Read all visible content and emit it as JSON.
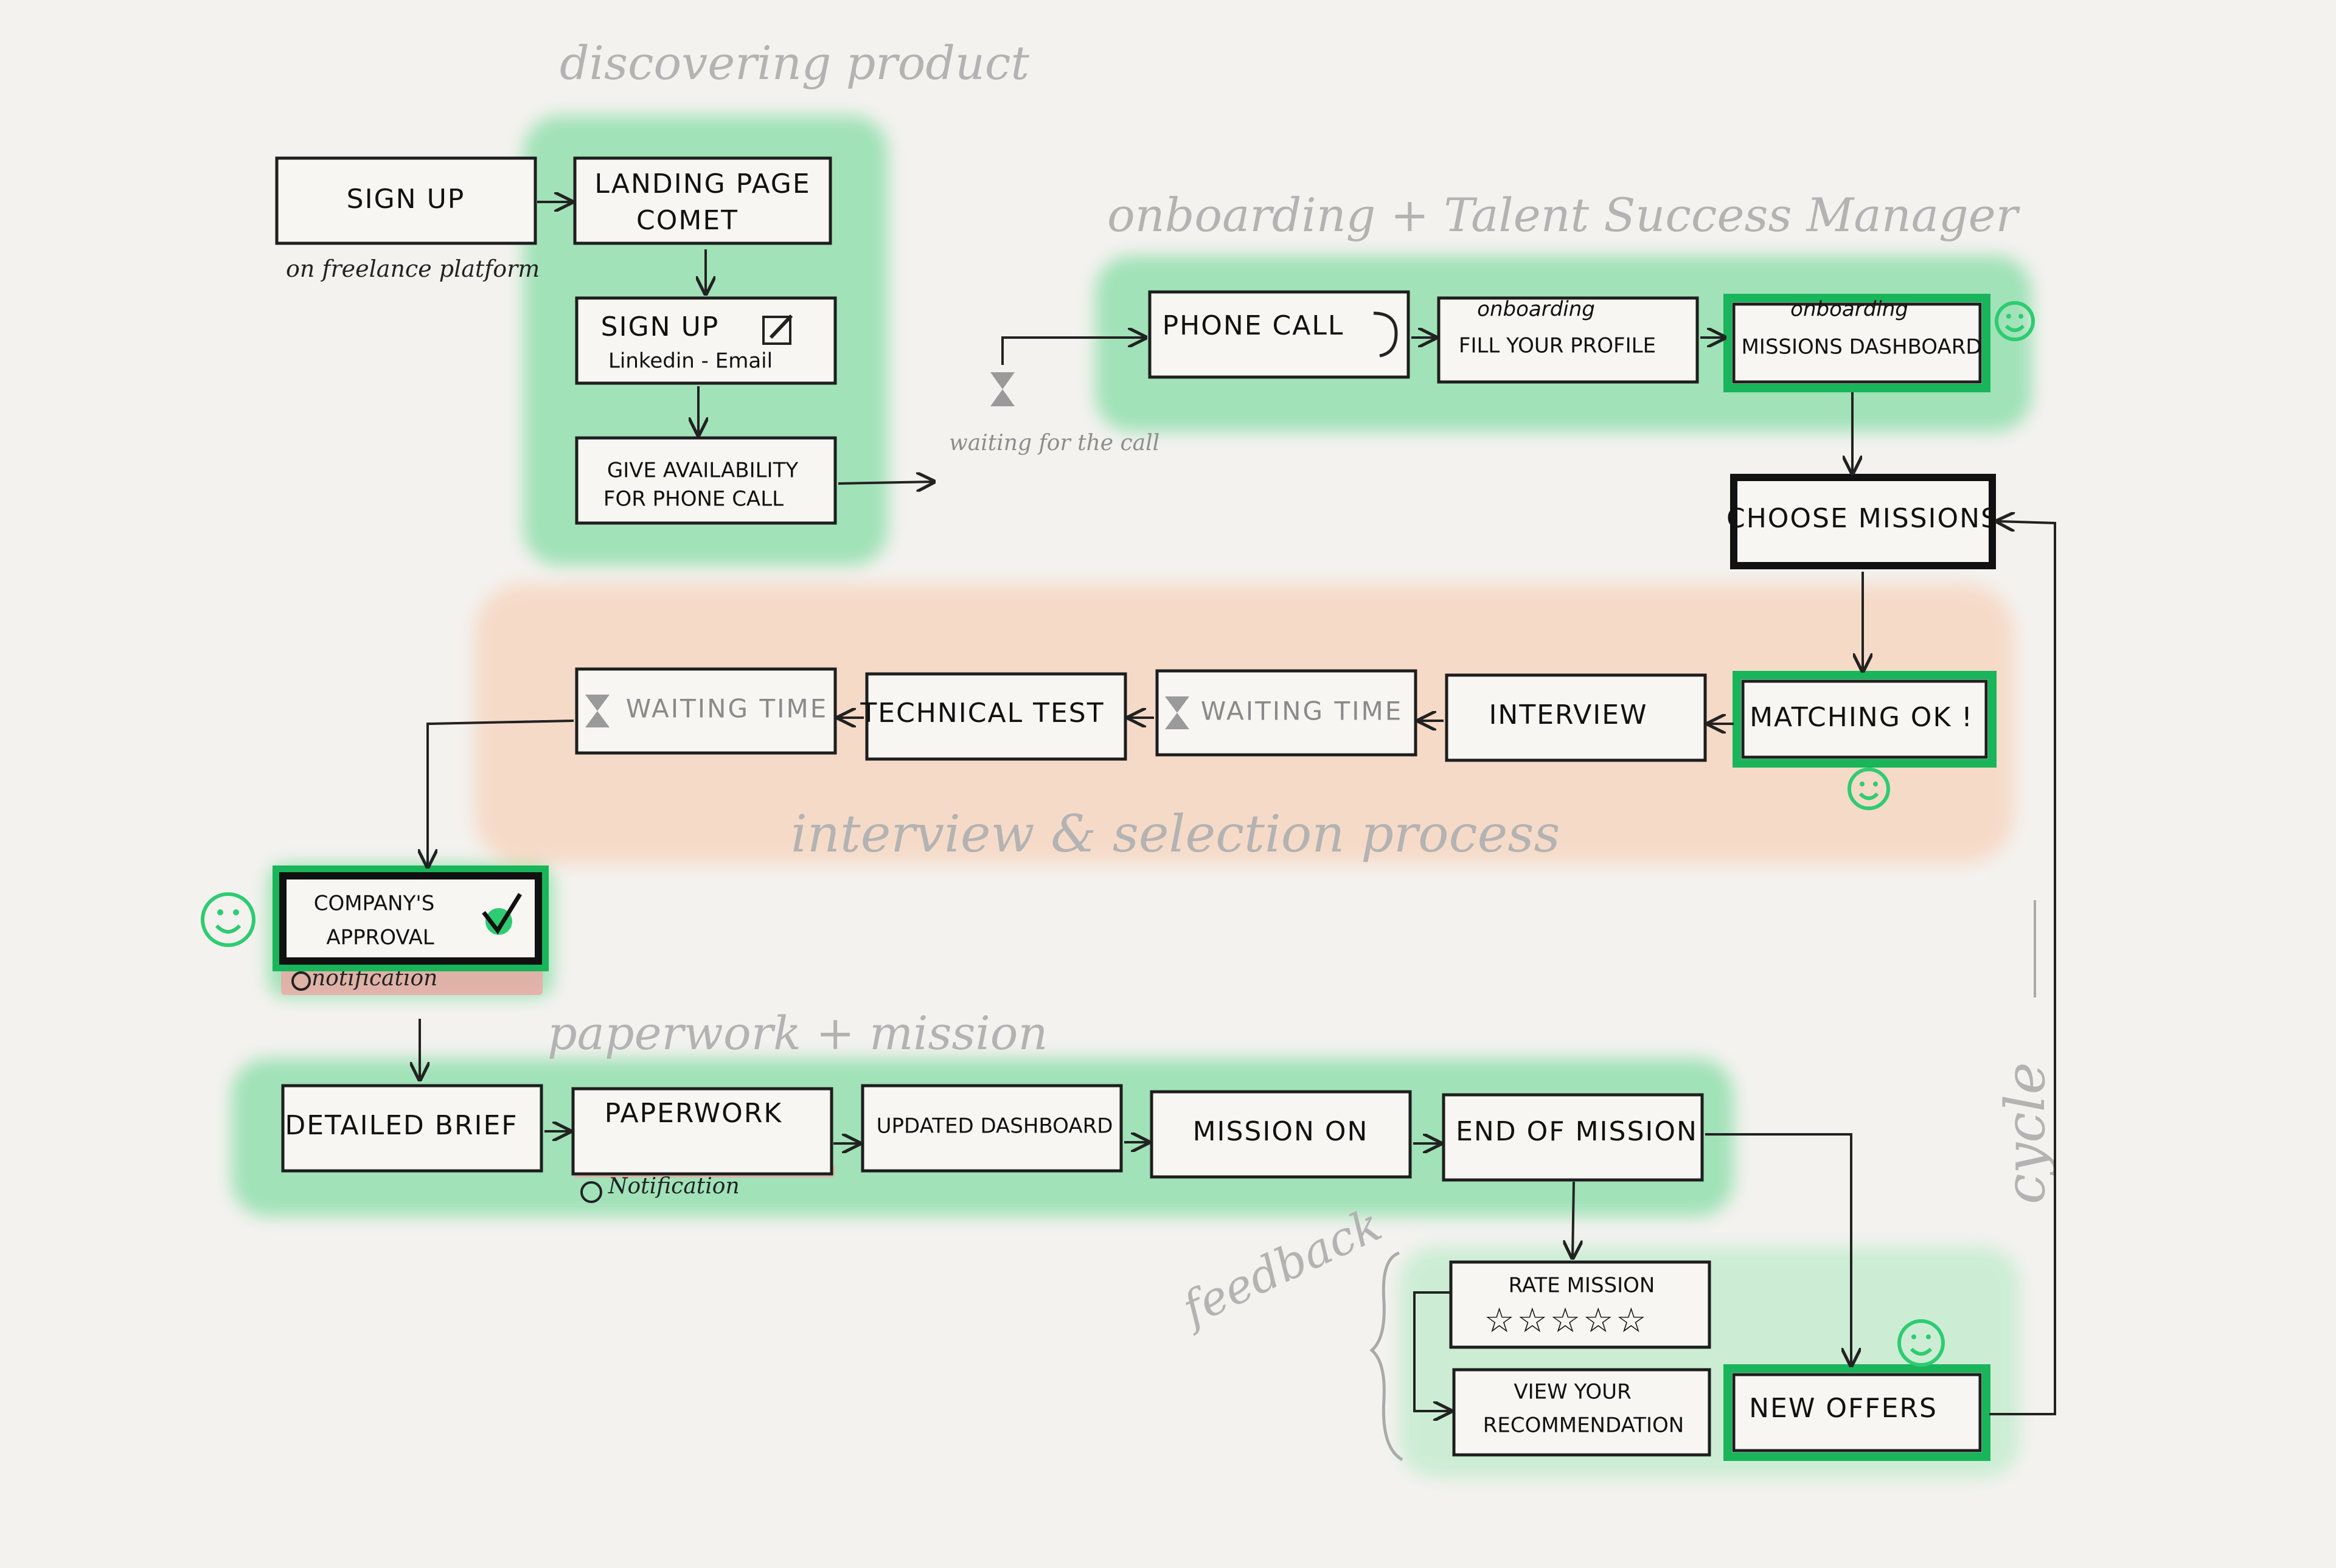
{
  "sections": {
    "discover": "discovering product",
    "onboarding": "onboarding + Talent Success Manager",
    "interview": "interview & selection process",
    "paperwork": "paperwork + mission",
    "feedback": "feedback",
    "cycle": "cycle"
  },
  "notes": {
    "freelance": "on freelance platform",
    "waiting": "waiting for the call",
    "notification1": "notification",
    "notification2": "Notification"
  },
  "nodes": {
    "signup": "SIGN UP",
    "landing1": "LANDING PAGE",
    "landing2": "COMET",
    "signup2": "SIGN UP",
    "signup2_sub": "Linkedin - Email",
    "avail1": "GIVE AVAILABILITY",
    "avail2": "FOR PHONE CALL",
    "phone": "PHONE CALL",
    "fill_tag": "onboarding",
    "fill": "FILL YOUR PROFILE",
    "missions_tag": "onboarding",
    "missions": "MISSIONS DASHBOARD",
    "choose": "CHOOSE MISSIONS",
    "matching": "MATCHING OK !",
    "interview": "INTERVIEW",
    "waiting": "WAITING TIME",
    "technical": "TECHNICAL TEST",
    "approval1": "COMPANY'S",
    "approval2": "APPROVAL",
    "brief": "DETAILED BRIEF",
    "paperwork": "PAPERWORK",
    "updated": "UPDATED DASHBOARD",
    "mission_on": "MISSION ON",
    "end": "END OF MISSION",
    "rate": "RATE MISSION",
    "view1": "VIEW YOUR",
    "view2": "RECOMMENDATION",
    "new_offers": "NEW OFFERS"
  },
  "colors": {
    "highlight_green": "#5bd68a",
    "highlight_orange": "#f7c7a8",
    "highlight_red": "#f3a1a1",
    "accent_green": "#18b55a"
  }
}
